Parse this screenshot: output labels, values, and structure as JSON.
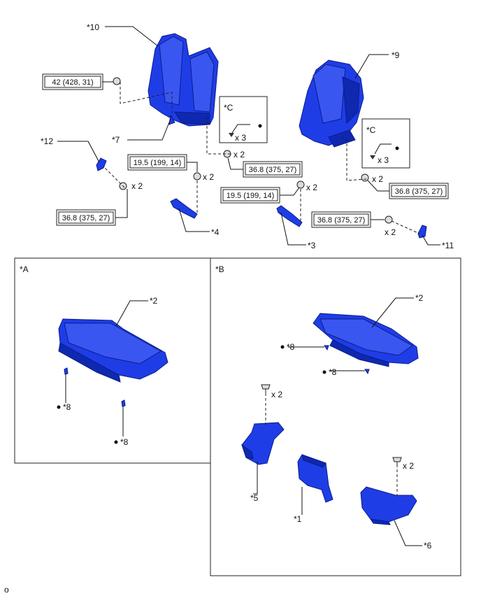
{
  "callouts": {
    "p10": "*10",
    "p9": "*9",
    "p7": "*7",
    "p12": "*12",
    "p4": "*4",
    "p3": "*3",
    "p11": "*11",
    "a2": "*2",
    "a8a": "*8",
    "a8b": "*8",
    "b2": "*2",
    "b8a": "*8",
    "b8b": "*8",
    "b5": "*5",
    "b1": "*1",
    "b6": "*6"
  },
  "torques": {
    "t1": "42 (428, 31)",
    "t2": "19.5 (199, 14)",
    "t3": "36.8 (375, 27)",
    "t4": "36.8 (375, 27)",
    "t5": "19.5 (199, 14)",
    "t6": "36.8 (375, 27)",
    "t7": "36.8 (375, 27)"
  },
  "quantities": {
    "q1": "x 2",
    "q2": "x 2",
    "q3": "x 2",
    "q4": "x 2",
    "q5": "x 2",
    "q6": "x 2",
    "q7": "x 2",
    "q8": "x 2",
    "qc1": "x 3",
    "qc2": "x 3"
  },
  "views": {
    "a": "*A",
    "b": "*B",
    "c1": "*C",
    "c2": "*C"
  },
  "footer": {
    "code": "o"
  },
  "colors": {
    "part_fill": "#1f3de6",
    "part_dark": "#0a1d8c",
    "line": "#111111"
  }
}
